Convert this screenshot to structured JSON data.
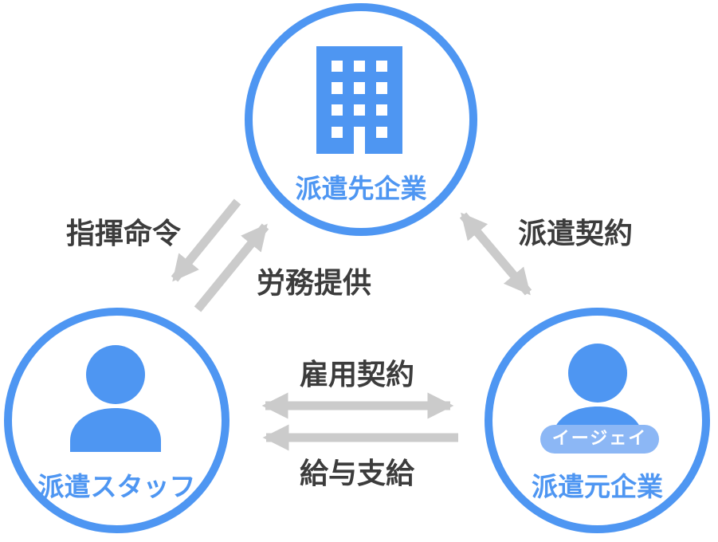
{
  "diagram": {
    "title": "temporary-staffing-relationship-diagram",
    "colors": {
      "primary_blue": "#4e96f2",
      "badge_blue": "#8cb7f5",
      "arrow_gray": "#cbcbcb",
      "relation_text": "#3c3c3c",
      "background": "#ffffff"
    },
    "nodes": {
      "client_company": {
        "label": "派遣先企業",
        "icon": "building-icon"
      },
      "dispatch_staff": {
        "label": "派遣スタッフ",
        "icon": "person-icon"
      },
      "agency_company": {
        "label": "派遣元企業",
        "icon": "person-icon",
        "badge": "イージェイ"
      }
    },
    "relations": {
      "command": {
        "label": "指揮命令",
        "from": "client_company",
        "to": "dispatch_staff",
        "direction": "one-way"
      },
      "labor_provision": {
        "label": "労務提供",
        "from": "dispatch_staff",
        "to": "client_company",
        "direction": "one-way"
      },
      "dispatch_contract": {
        "label": "派遣契約",
        "from": "client_company",
        "to": "agency_company",
        "direction": "two-way"
      },
      "employment_contract": {
        "label": "雇用契約",
        "from": "dispatch_staff",
        "to": "agency_company",
        "direction": "two-way"
      },
      "salary_payment": {
        "label": "給与支給",
        "from": "agency_company",
        "to": "dispatch_staff",
        "direction": "one-way"
      }
    }
  }
}
